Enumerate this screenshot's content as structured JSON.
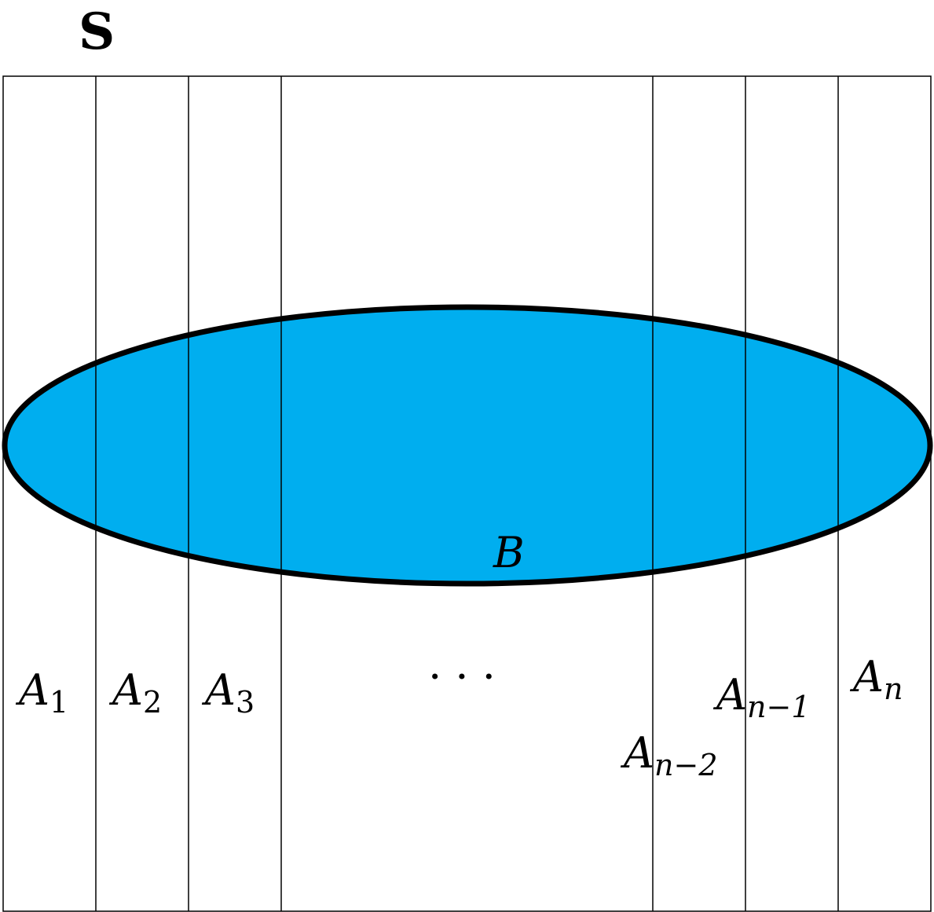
{
  "sample_space": {
    "label": "S"
  },
  "event_b": {
    "label": "B",
    "fill_color": "#00AEEF",
    "stroke_color": "#000000"
  },
  "partition": {
    "ellipsis": "· · ·",
    "cells": [
      {
        "base": "A",
        "sub": "1"
      },
      {
        "base": "A",
        "sub": "2"
      },
      {
        "base": "A",
        "sub": "3"
      },
      {
        "base": "A",
        "sub": "n−2"
      },
      {
        "base": "A",
        "sub": "n−1"
      },
      {
        "base": "A",
        "sub": "n"
      }
    ]
  }
}
